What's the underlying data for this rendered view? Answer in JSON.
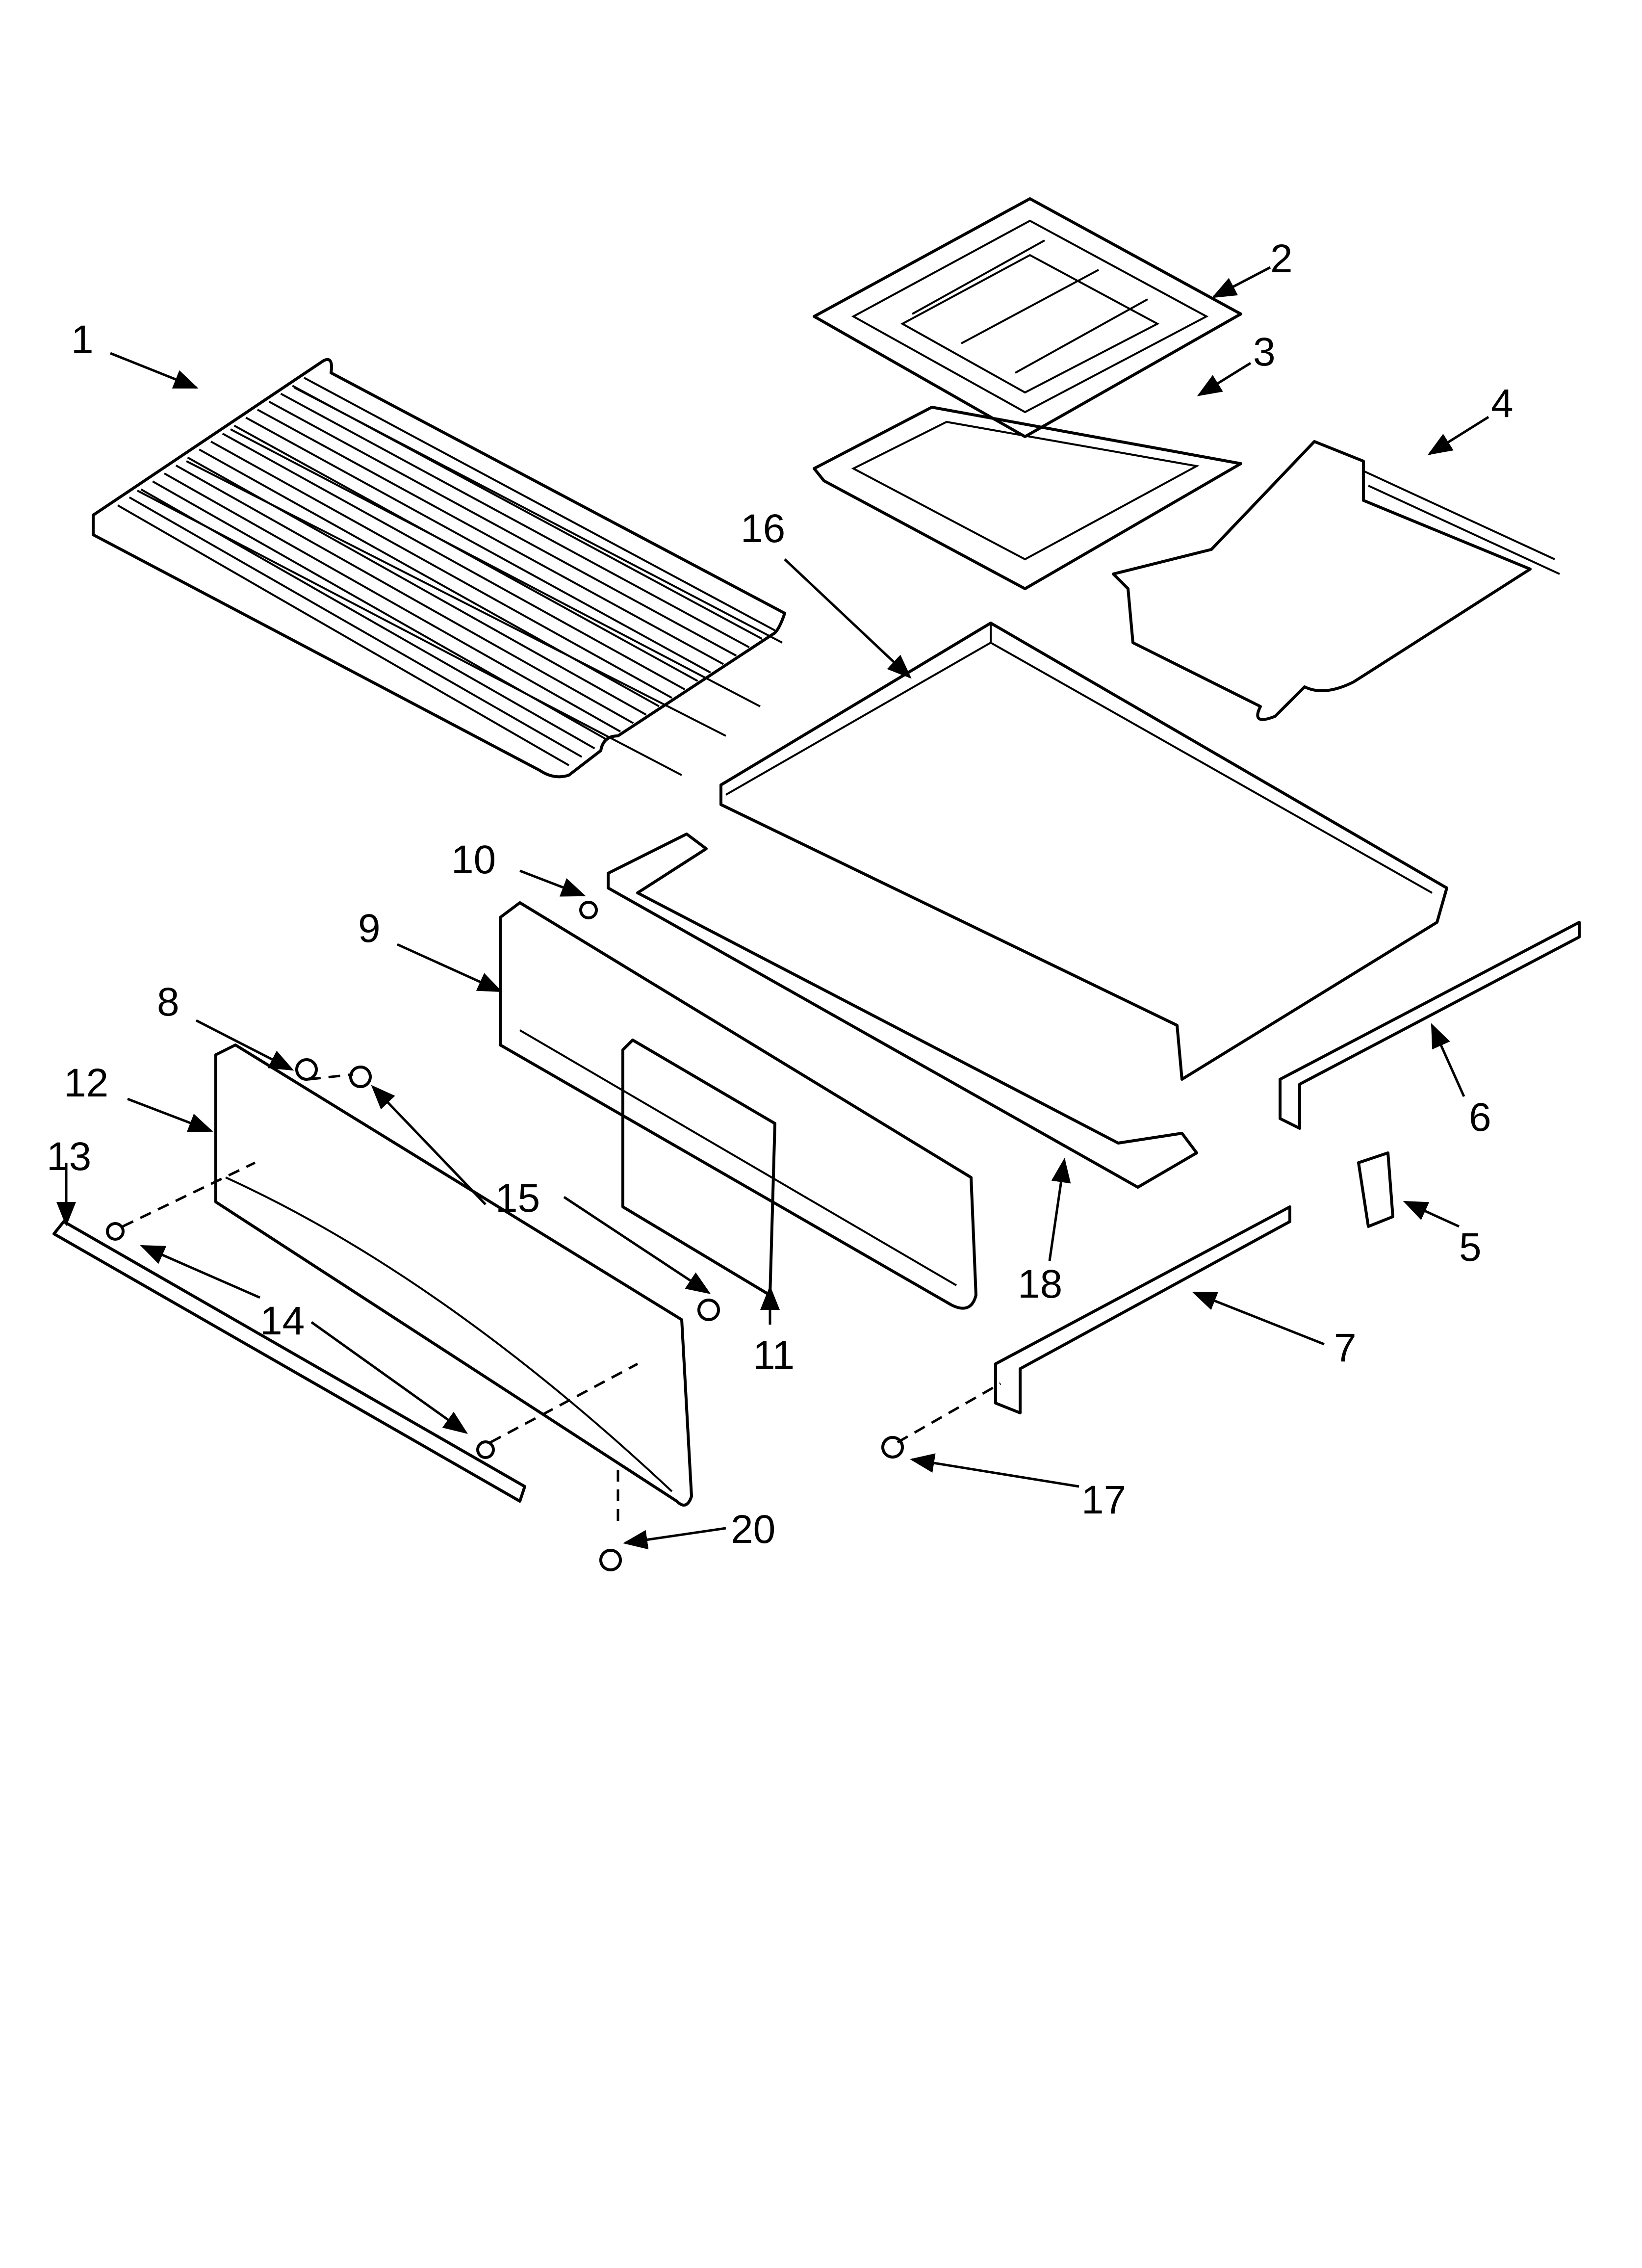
{
  "diagram": {
    "type": "exploded-parts-view",
    "callouts": [
      {
        "id": "1",
        "label": "1"
      },
      {
        "id": "2",
        "label": "2"
      },
      {
        "id": "3",
        "label": "3"
      },
      {
        "id": "4",
        "label": "4"
      },
      {
        "id": "5",
        "label": "5"
      },
      {
        "id": "6",
        "label": "6"
      },
      {
        "id": "7",
        "label": "7"
      },
      {
        "id": "8",
        "label": "8"
      },
      {
        "id": "9",
        "label": "9"
      },
      {
        "id": "10",
        "label": "10"
      },
      {
        "id": "11",
        "label": "11"
      },
      {
        "id": "12",
        "label": "12"
      },
      {
        "id": "13",
        "label": "13"
      },
      {
        "id": "14",
        "label": "14"
      },
      {
        "id": "15",
        "label": "15"
      },
      {
        "id": "16",
        "label": "16"
      },
      {
        "id": "17",
        "label": "17"
      },
      {
        "id": "18",
        "label": "18"
      },
      {
        "id": "20",
        "label": "20"
      }
    ]
  }
}
